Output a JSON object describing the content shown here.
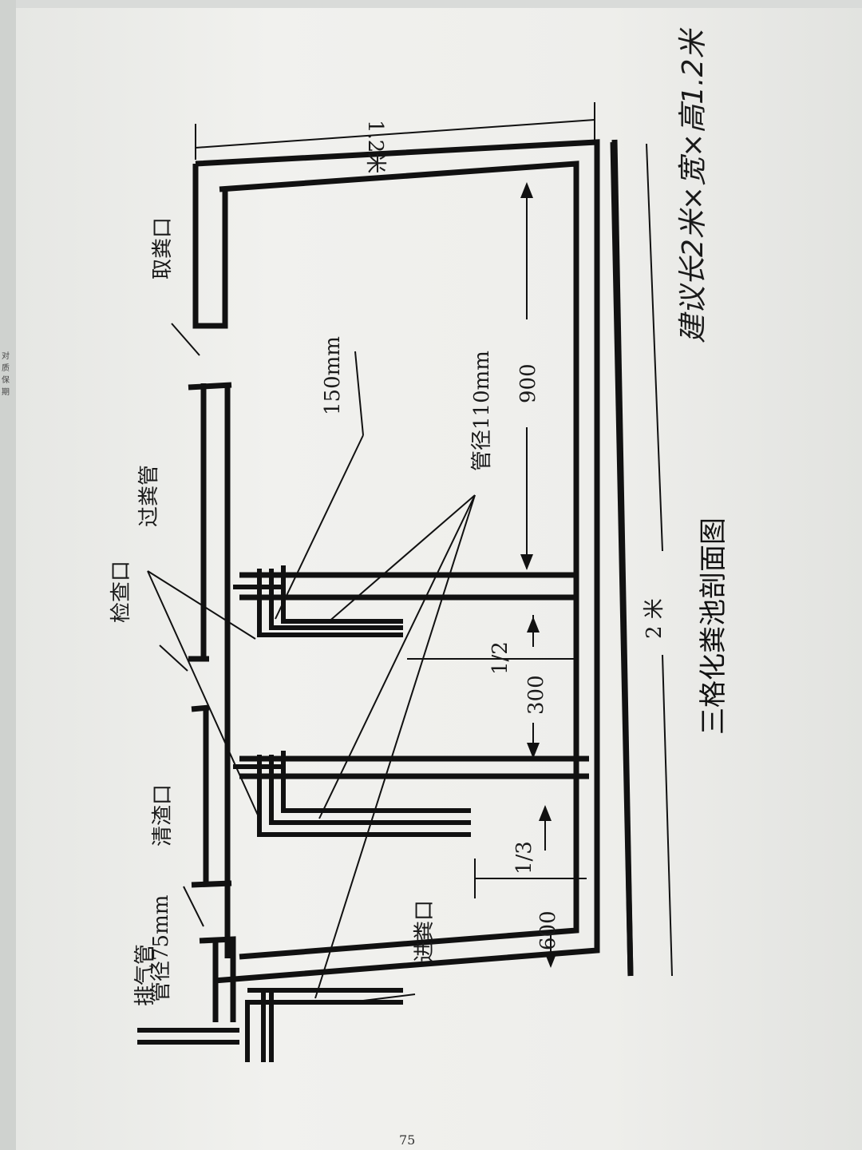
{
  "diagram": {
    "title": "三格化粪池剖面图",
    "labels": {
      "exhaust_pipe_line1": "排气管",
      "exhaust_pipe_line2": "管径75mm",
      "clean_residue_port": "清渣口",
      "inspection_port": "检查口",
      "transfer_pipe": "过粪管",
      "intake_port": "取粪口",
      "inlet_port": "进粪口",
      "pipe_diameter": "管径110mm",
      "depth_150": "150mm"
    },
    "dimensions": {
      "width_total": "2 米",
      "height_total": "1.2米",
      "chamber_1": "600",
      "chamber_2": "300",
      "chamber_3": "900",
      "ratio_1_3": "1/3",
      "ratio_1_2": "1/2"
    },
    "handwritten_note": "建议长2米×宽×高1.2米",
    "page_number": "75",
    "prev_page_fragment": "对质保期"
  }
}
